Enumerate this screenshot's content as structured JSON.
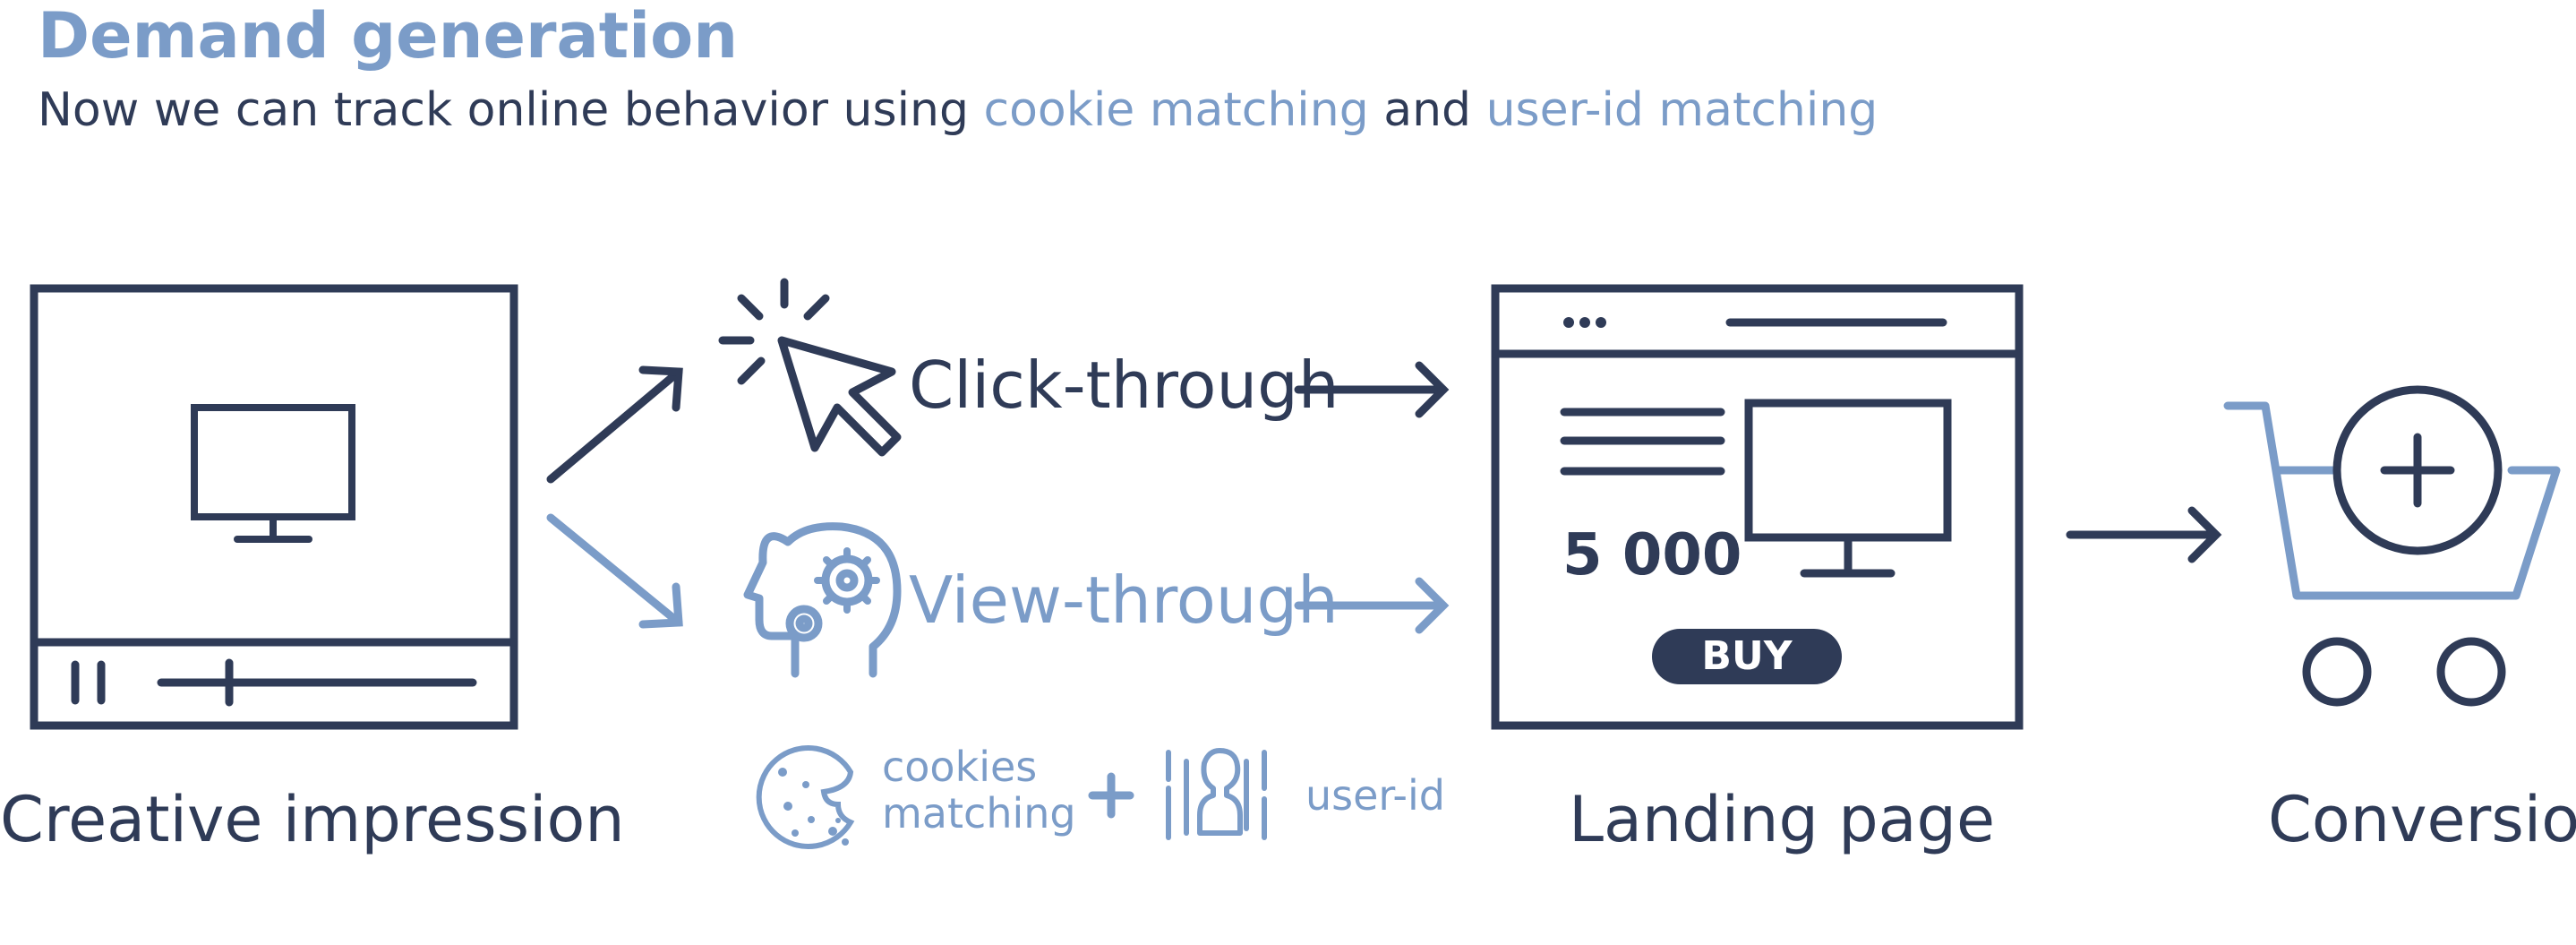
{
  "header": {
    "title": "Demand generation",
    "subtitle_prefix": "Now we can track online behavior using ",
    "subtitle_hl1": "cookie matching",
    "subtitle_mid": " and ",
    "subtitle_hl2": "user-id matching"
  },
  "stages": {
    "creative": "Creative impression",
    "click": "Click-through",
    "view": "View-through",
    "landing": "Landing page",
    "conversion": "Conversion"
  },
  "matching": {
    "cookies_line1": "cookies",
    "cookies_line2": "matching",
    "user_id": "user-id"
  },
  "landing_page": {
    "price": "5 000",
    "buy": "BUY"
  },
  "colors": {
    "dark": "#2f3b57",
    "accent": "#7b9cc8"
  }
}
